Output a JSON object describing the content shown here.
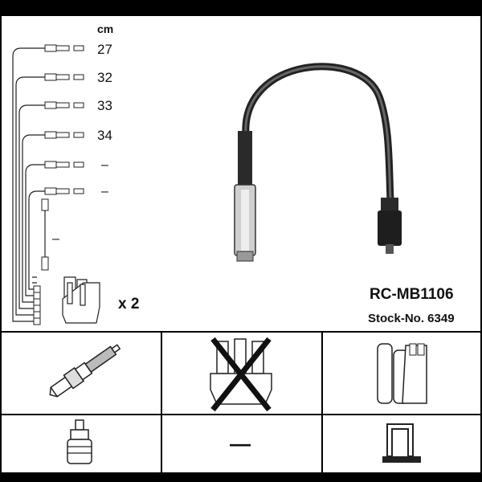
{
  "unit_label": "cm",
  "cables": [
    {
      "length": "27"
    },
    {
      "length": "32"
    },
    {
      "length": "33"
    },
    {
      "length": "34"
    },
    {
      "length": "–"
    },
    {
      "length": "–"
    }
  ],
  "extra_wire_dash": "–",
  "multiplier": "x 2",
  "product": {
    "model": "RC-MB1106",
    "stock_label": "Stock-No. 6349"
  },
  "bottom_row": {
    "middle_dash": "—"
  }
}
